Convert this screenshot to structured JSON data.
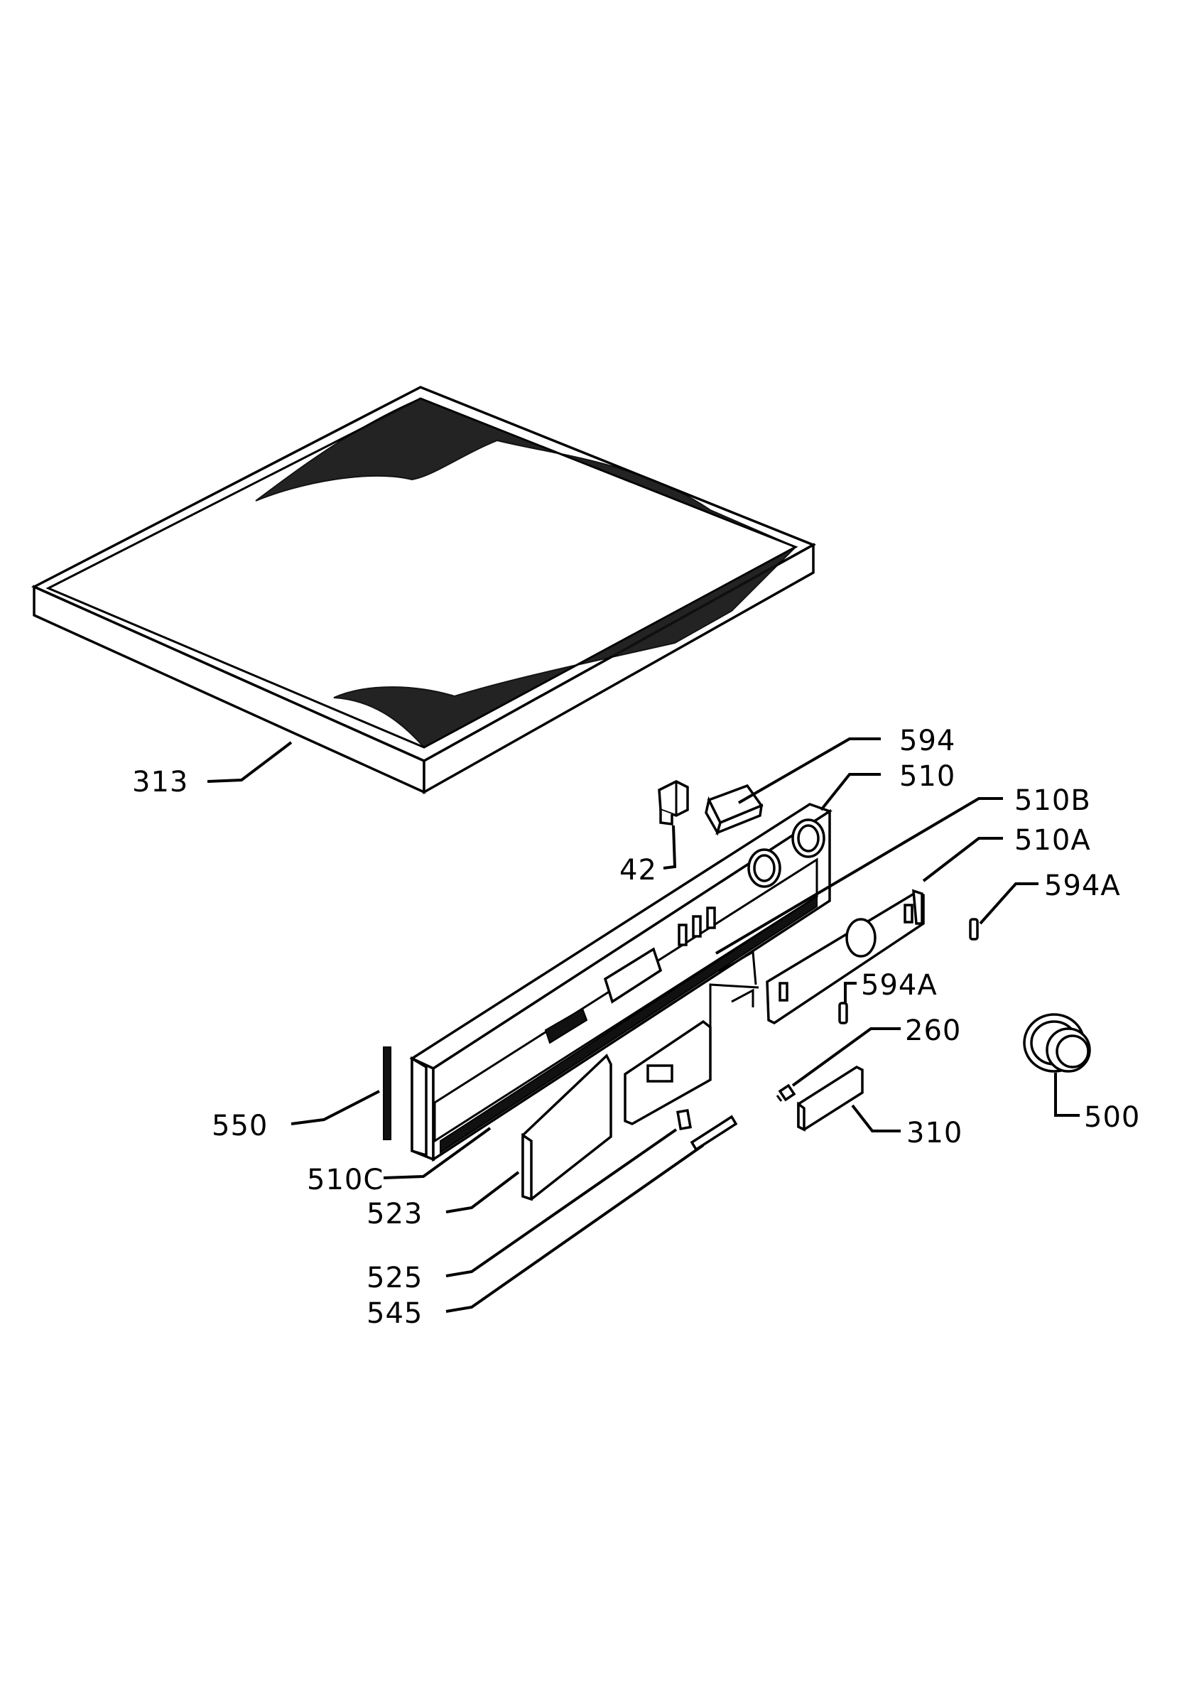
{
  "diagram": {
    "labels": {
      "p313": "313",
      "p594": "594",
      "p510": "510",
      "p510B": "510B",
      "p510A": "510A",
      "p594A_1": "594A",
      "p42": "42",
      "p594A_2": "594A",
      "p260": "260",
      "p500": "500",
      "p310": "310",
      "p550": "550",
      "p510C": "510C",
      "p523": "523",
      "p525": "525",
      "p545": "545"
    }
  }
}
